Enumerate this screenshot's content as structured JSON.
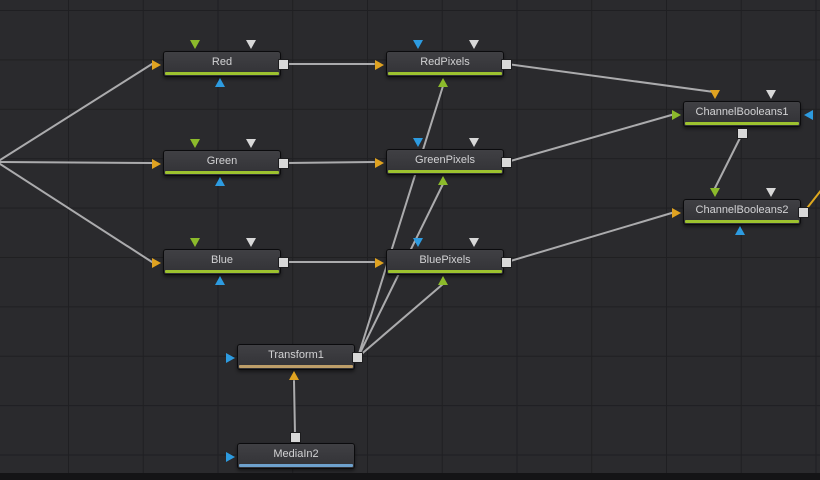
{
  "app": {
    "name": "Fusion node graph panel"
  },
  "palette": {
    "background": "#2A2A2D",
    "grid_line": "#1F1F22",
    "bottom_edge": "#141416",
    "node_fill_top": "#404044",
    "node_fill_bottom": "#323236",
    "node_border": "#0B0B0D",
    "node_text": "#D2D2D4",
    "wire": "#ABABAD",
    "wire_selected": "#DFA91F",
    "accent_channel": "#9DC22F",
    "accent_transform": "#BD9E69",
    "accent_media": "#6EA1CD",
    "port_yellow": "#E0A321",
    "port_green": "#8CBB2B",
    "port_blue": "#2D9BE0",
    "port_white": "#D8D8D8"
  },
  "nodes": [
    {
      "label": "Red",
      "accent": "channel",
      "inputs": [
        "yellow-left",
        "green-top",
        "white-top",
        "blue-bottom"
      ],
      "outputs": [
        "square-right"
      ]
    },
    {
      "label": "Green",
      "accent": "channel",
      "inputs": [
        "yellow-left",
        "green-top",
        "white-top",
        "blue-bottom"
      ],
      "outputs": [
        "square-right"
      ]
    },
    {
      "label": "Blue",
      "accent": "channel",
      "inputs": [
        "yellow-left",
        "green-top",
        "white-top",
        "blue-bottom"
      ],
      "outputs": [
        "square-right"
      ]
    },
    {
      "label": "RedPixels",
      "accent": "channel",
      "inputs": [
        "yellow-left",
        "blue-top",
        "white-top",
        "green-bottom"
      ],
      "outputs": [
        "square-right"
      ]
    },
    {
      "label": "GreenPixels",
      "accent": "channel",
      "inputs": [
        "yellow-left",
        "blue-top",
        "white-top",
        "green-bottom"
      ],
      "outputs": [
        "square-right"
      ]
    },
    {
      "label": "BluePixels",
      "accent": "channel",
      "inputs": [
        "yellow-left",
        "blue-top",
        "white-top",
        "green-bottom"
      ],
      "outputs": [
        "square-right"
      ]
    },
    {
      "label": "ChannelBooleans1",
      "accent": "channel",
      "inputs": [
        "green-left",
        "yellow-top",
        "white-top",
        "blue-right"
      ],
      "outputs": [
        "square-bottom"
      ]
    },
    {
      "label": "ChannelBooleans2",
      "accent": "channel",
      "inputs": [
        "yellow-left",
        "green-top",
        "white-top",
        "blue-bottom"
      ],
      "outputs": [
        "square-right"
      ]
    },
    {
      "label": "Transform1",
      "accent": "transform",
      "inputs": [
        "blue-left",
        "yellow-bottom"
      ],
      "outputs": [
        "square-right"
      ]
    },
    {
      "label": "MediaIn2",
      "accent": "media",
      "inputs": [
        "blue-left"
      ],
      "outputs": [
        "square-top"
      ]
    }
  ],
  "connections": [
    {
      "from": "(offscreen left)",
      "to": "Red (yellow input)"
    },
    {
      "from": "(offscreen left)",
      "to": "Green (yellow input)"
    },
    {
      "from": "(offscreen left)",
      "to": "Blue (yellow input)"
    },
    {
      "from": "Red output",
      "to": "RedPixels (yellow input)"
    },
    {
      "from": "Green output",
      "to": "GreenPixels (yellow input)"
    },
    {
      "from": "Blue output",
      "to": "BluePixels (yellow input)"
    },
    {
      "from": "Transform1 output",
      "to": "RedPixels (green bottom input)"
    },
    {
      "from": "Transform1 output",
      "to": "GreenPixels (green bottom input)"
    },
    {
      "from": "Transform1 output",
      "to": "BluePixels (green bottom input)"
    },
    {
      "from": "MediaIn2 output",
      "to": "Transform1 (yellow bottom input)"
    },
    {
      "from": "RedPixels output",
      "to": "ChannelBooleans1 (yellow top input)"
    },
    {
      "from": "GreenPixels output",
      "to": "ChannelBooleans1 (green left input)"
    },
    {
      "from": "BluePixels output",
      "to": "ChannelBooleans2 (yellow left input)"
    },
    {
      "from": "ChannelBooleans1 output",
      "to": "ChannelBooleans2 (green top input)"
    },
    {
      "from": "ChannelBooleans2 output",
      "to": "(offscreen right)",
      "selected": true
    }
  ]
}
